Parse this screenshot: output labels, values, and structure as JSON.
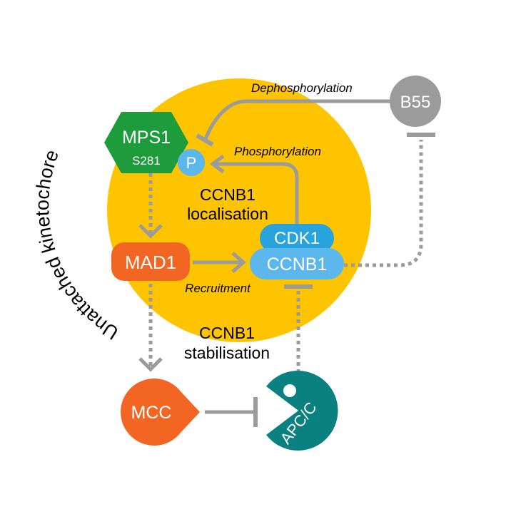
{
  "colors": {
    "cell": "#FFC400",
    "mps1": "#1E9B3B",
    "phospho": "#5BB7EC",
    "mad1": "#F26522",
    "cdk1": "#29A3DC",
    "ccnb1": "#5BB7EC",
    "mcc": "#F26522",
    "apcc": "#0A8080",
    "b55": "#9B9B9B",
    "arrow": "#9B9B9B"
  },
  "region_label": "Unattached kinetochore",
  "nodes": {
    "mps1": {
      "label": "MPS1",
      "sublabel": "S281"
    },
    "p": {
      "label": "P"
    },
    "mad1": {
      "label": "MAD1"
    },
    "cdk1": {
      "label": "CDK1"
    },
    "ccnb1": {
      "label": "CCNB1"
    },
    "mcc": {
      "label": "MCC"
    },
    "apcc": {
      "label": "APC/C"
    },
    "b55": {
      "label": "B55"
    }
  },
  "labels": {
    "dephosphorylation": "Dephosphorylation",
    "phosphorylation": "Phosphorylation",
    "localisation_1": "CCNB1",
    "localisation_2": "localisation",
    "recruitment": "Recruitment",
    "stabilisation_1": "CCNB1",
    "stabilisation_2": "stabilisation"
  }
}
